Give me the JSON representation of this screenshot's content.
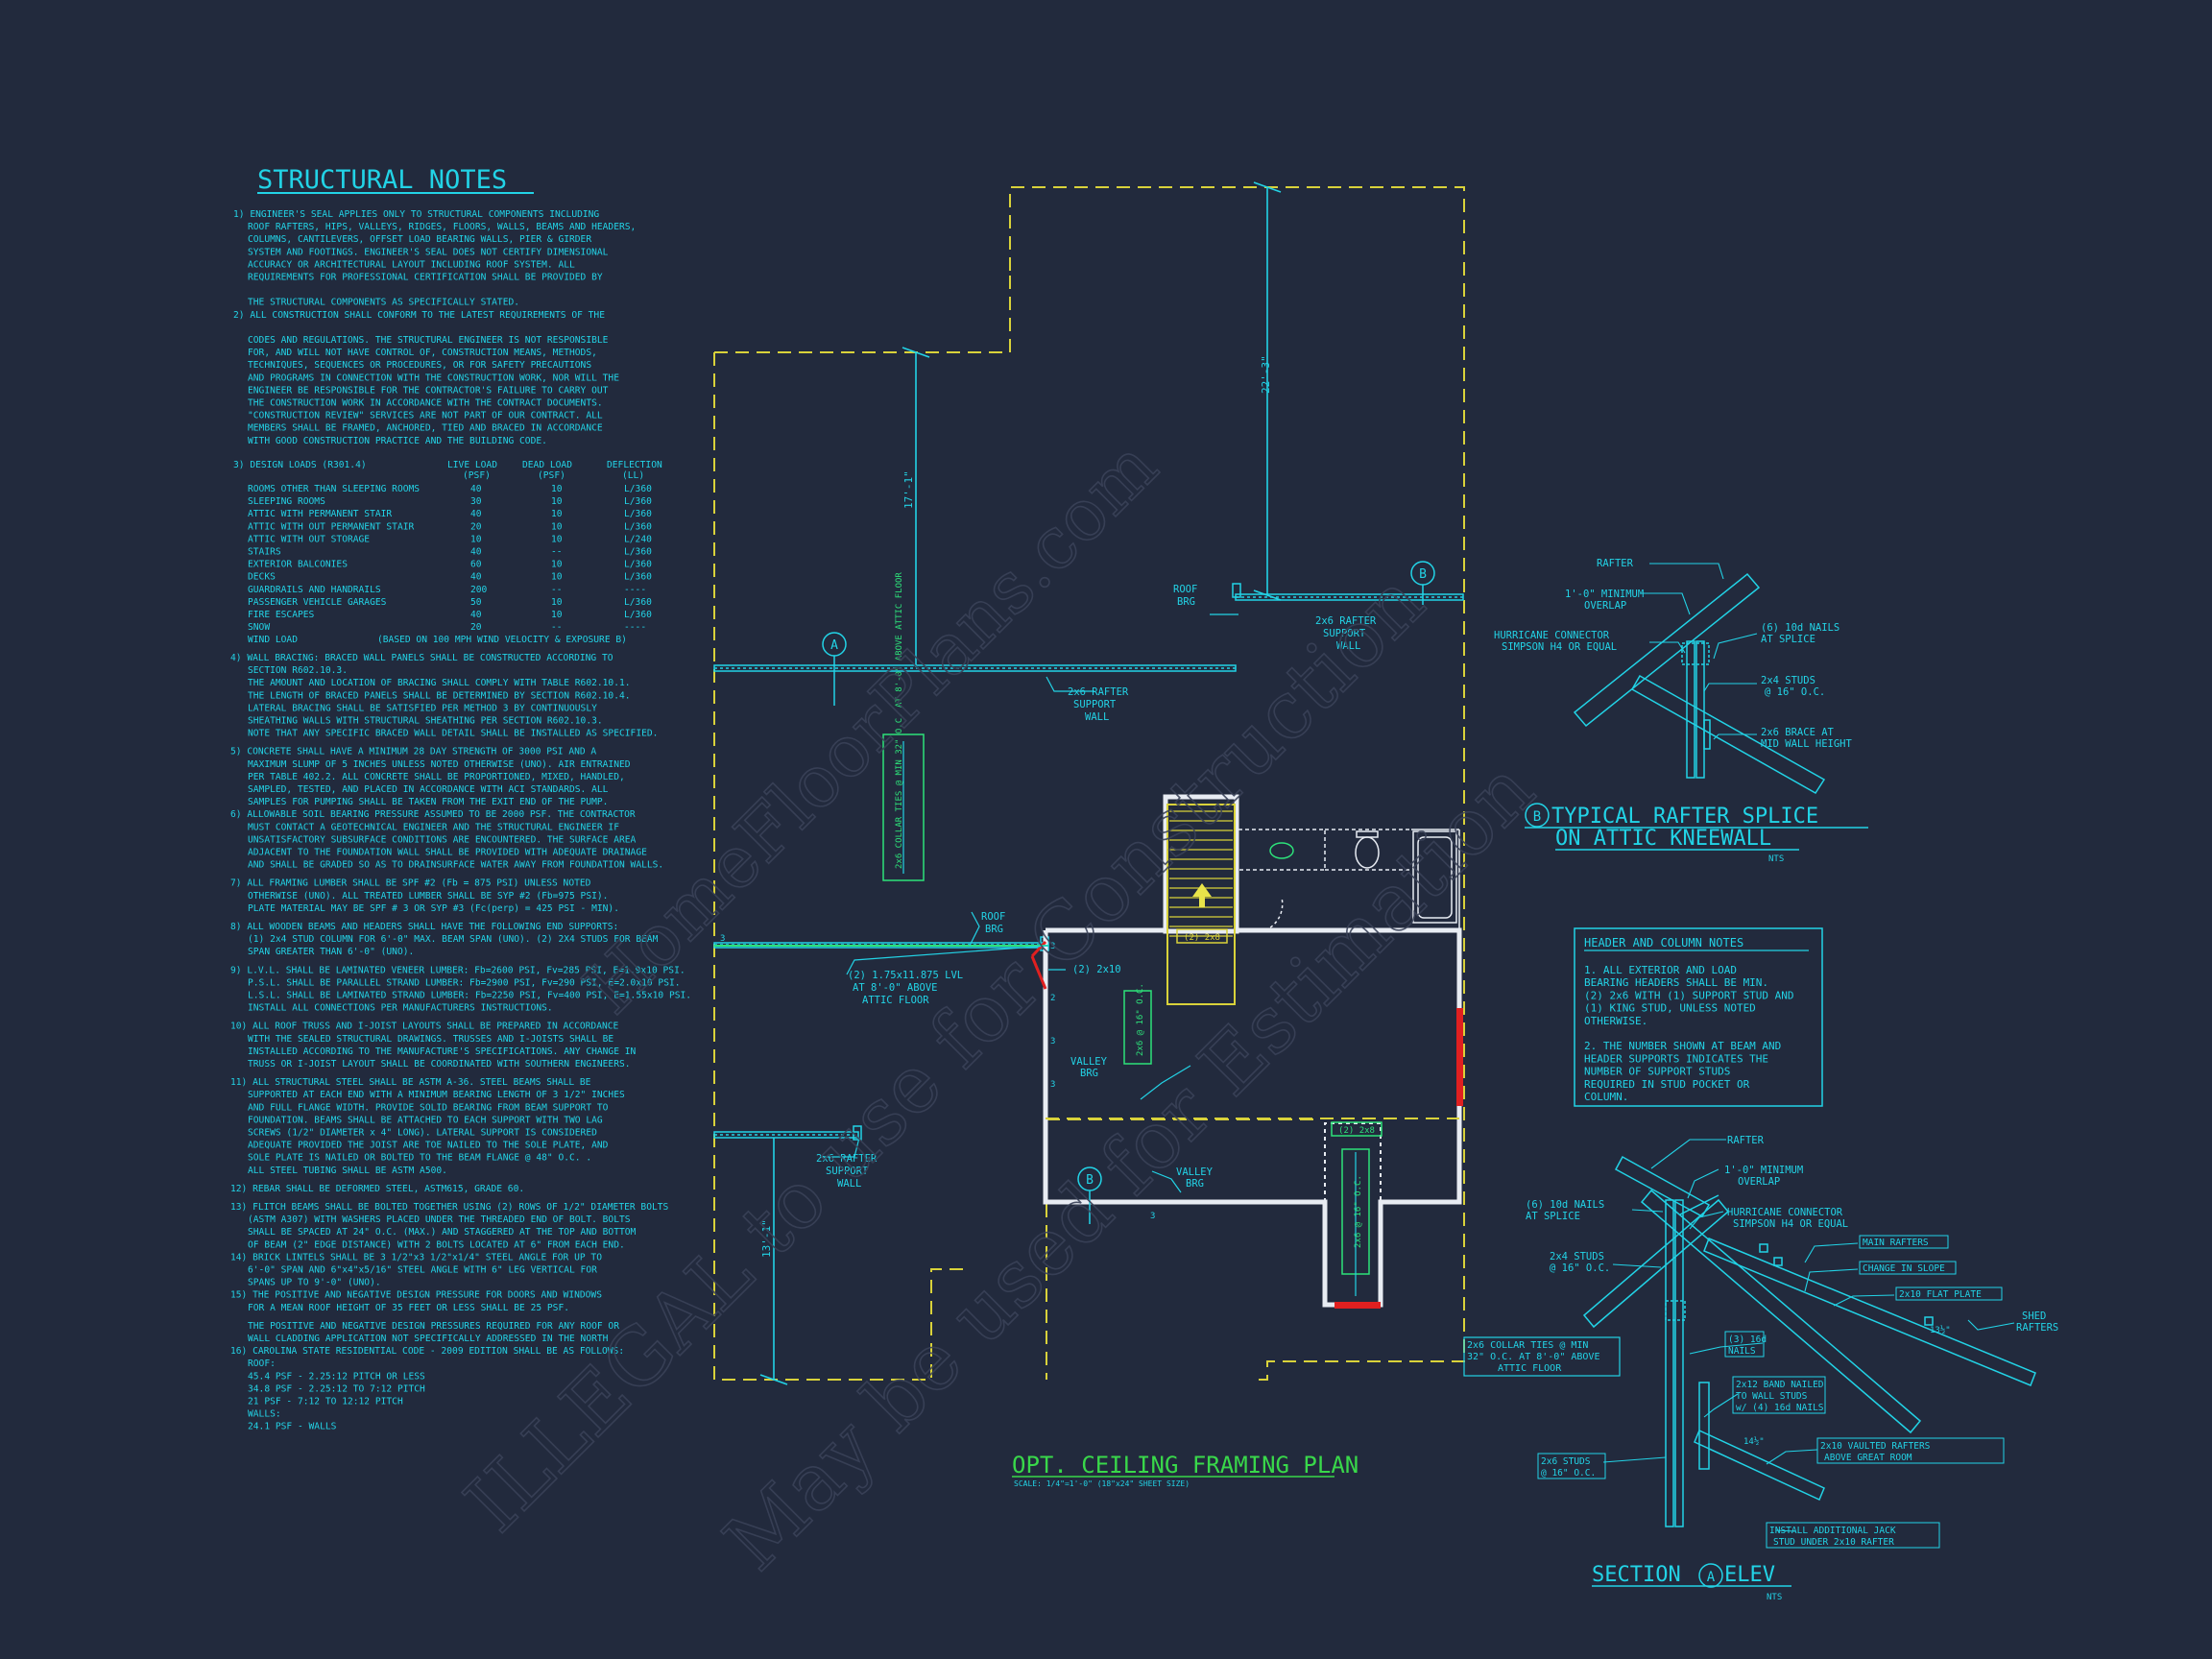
{
  "colors": {
    "background": "#222a3d",
    "line_cyan": "#22d3e6",
    "line_white": "#e8ecf3",
    "dash_yellow": "#d9d23a",
    "highlight_green": "#2de27a",
    "label_green": "#39d84a",
    "accent_red": "#e02020",
    "watermark": "#3a4258"
  },
  "structural_notes": {
    "title": "STRUCTURAL NOTES",
    "lines": [
      "1) ENGINEER'S SEAL APPLIES ONLY TO STRUCTURAL COMPONENTS INCLUDING",
      "ROOF RAFTERS, HIPS, VALLEYS, RIDGES, FLOORS, WALLS, BEAMS AND HEADERS,",
      "COLUMNS, CANTILEVERS, OFFSET LOAD BEARING WALLS, PIER & GIRDER",
      "SYSTEM AND FOOTINGS.  ENGINEER'S SEAL DOES NOT CERTIFY DIMENSIONAL",
      "ACCURACY OR ARCHITECTURAL LAYOUT INCLUDING ROOF SYSTEM. ALL",
      "REQUIREMENTS FOR PROFESSIONAL CERTIFICATION SHALL BE PROVIDED BY",
      "",
      "THE STRUCTURAL COMPONENTS AS SPECIFICALLY STATED.",
      "2) ALL CONSTRUCTION SHALL CONFORM TO THE LATEST REQUIREMENTS OF THE",
      "",
      "CODES AND REGULATIONS. THE STRUCTURAL ENGINEER IS NOT RESPONSIBLE",
      "FOR, AND WILL NOT HAVE CONTROL OF, CONSTRUCTION MEANS, METHODS,",
      "TECHNIQUES, SEQUENCES OR PROCEDURES, OR FOR SAFETY PRECAUTIONS",
      "AND PROGRAMS IN CONNECTION WITH THE CONSTRUCTION WORK, NOR WILL THE",
      "ENGINEER BE RESPONSIBLE FOR THE CONTRACTOR'S FAILURE TO CARRY OUT",
      "THE CONSTRUCTION WORK IN ACCORDANCE WITH THE CONTRACT DOCUMENTS.",
      "\"CONSTRUCTION REVIEW\" SERVICES ARE NOT PART OF OUR CONTRACT. ALL",
      "MEMBERS SHALL BE FRAMED, ANCHORED, TIED AND BRACED IN ACCORDANCE",
      "WITH GOOD CONSTRUCTION PRACTICE AND THE BUILDING CODE."
    ],
    "loads_header": [
      "3) DESIGN LOADS (R301.4)",
      "LIVE LOAD",
      "DEAD LOAD",
      "DEFLECTION"
    ],
    "loads_subheader": [
      "",
      "(PSF)",
      "(PSF)",
      "(LL)"
    ],
    "loads_rows": [
      [
        "ROOMS OTHER THAN SLEEPING ROOMS",
        "40",
        "10",
        "L/360"
      ],
      [
        "SLEEPING ROOMS",
        "30",
        "10",
        "L/360"
      ],
      [
        "ATTIC WITH PERMANENT STAIR",
        "40",
        "10",
        "L/360"
      ],
      [
        "ATTIC WITH OUT PERMANENT STAIR",
        "20",
        "10",
        "L/360"
      ],
      [
        "ATTIC WITH OUT STORAGE",
        "10",
        "10",
        "L/240"
      ],
      [
        "STAIRS",
        "40",
        "--",
        "L/360"
      ],
      [
        "EXTERIOR BALCONIES",
        "60",
        "10",
        "L/360"
      ],
      [
        "DECKS",
        "40",
        "10",
        "L/360"
      ],
      [
        "GUARDRAILS AND HANDRAILS",
        "200",
        "--",
        "----"
      ],
      [
        "PASSENGER VEHICLE GARAGES",
        "50",
        "10",
        "L/360"
      ],
      [
        "FIRE ESCAPES",
        "40",
        "10",
        "L/360"
      ],
      [
        "SNOW",
        "20",
        "--",
        "----"
      ]
    ],
    "wind_load": [
      "WIND LOAD",
      "(BASED ON 100 MPH WIND VELOCITY & EXPOSURE B)"
    ],
    "lines2": [
      "4) WALL BRACING:  BRACED WALL PANELS SHALL BE CONSTRUCTED ACCORDING TO",
      "SECTION R602.10.3.",
      "THE AMOUNT AND LOCATION OF BRACING SHALL COMPLY WITH TABLE R602.10.1.",
      "THE LENGTH OF BRACED PANELS SHALL BE DETERMINED BY SECTION R602.10.4.",
      "LATERAL BRACING SHALL BE SATISFIED PER METHOD 3 BY CONTINUOUSLY",
      "SHEATHING WALLS WITH STRUCTURAL SHEATHING PER SECTION R602.10.3.",
      "NOTE THAT ANY SPECIFIC BRACED WALL DETAIL SHALL BE INSTALLED AS SPECIFIED.",
      "",
      "5) CONCRETE SHALL HAVE A MINIMUM 28 DAY STRENGTH OF 3000 PSI AND A",
      "MAXIMUM SLUMP OF 5 INCHES UNLESS NOTED OTHERWISE (UNO). AIR ENTRAINED",
      "PER TABLE 402.2. ALL CONCRETE SHALL BE PROPORTIONED, MIXED, HANDLED,",
      "SAMPLED, TESTED, AND PLACED IN ACCORDANCE WITH ACI STANDARDS. ALL",
      "SAMPLES FOR PUMPING SHALL BE TAKEN FROM THE EXIT END OF THE PUMP.",
      "6) ALLOWABLE SOIL BEARING PRESSURE ASSUMED TO BE 2000 PSF. THE CONTRACTOR",
      "MUST CONTACT A GEOTECHNICAL ENGINEER AND THE STRUCTURAL ENGINEER IF",
      "UNSATISFACTORY SUBSURFACE CONDITIONS ARE ENCOUNTERED. THE SURFACE AREA",
      "ADJACENT TO THE FOUNDATION WALL SHALL BE PROVIDED WITH ADEQUATE DRAINAGE",
      "AND SHALL BE GRADED SO AS TO DRAINSURFACE WATER AWAY FROM FOUNDATION WALLS.",
      "",
      "7) ALL FRAMING LUMBER SHALL BE SPF #2 (Fb = 875 PSI) UNLESS NOTED",
      "OTHERWISE (UNO). ALL TREATED LUMBER SHALL BE SYP #2 (Fb=975 PSI).",
      "PLATE MATERIAL MAY BE SPF # 3 OR SYP #3 (Fc(perp) = 425 PSI - MIN).",
      "",
      "8) ALL WOODEN BEAMS AND HEADERS SHALL HAVE THE FOLLOWING END SUPPORTS:",
      "(1) 2x4 STUD COLUMN FOR 6'-0\" MAX. BEAM SPAN (UNO). (2) 2X4 STUDS FOR BEAM",
      "SPAN GREATER THAN 6'-0\" (UNO).",
      "",
      "9) L.V.L. SHALL BE LAMINATED VENEER LUMBER: Fb=2600 PSI, Fv=285 PSI, E=1.9x10  PSI.",
      "P.S.L. SHALL BE PARALLEL STRAND LUMBER: Fb=2900 PSI, Fv=290 PSI, E=2.0x10  PSI.",
      "L.S.L. SHALL BE LAMINATED STRAND LUMBER: Fb=2250 PSI, Fv=400 PSI, E=1.55x10  PSI.",
      "INSTALL ALL CONNECTIONS PER MANUFACTURERS INSTRUCTIONS.",
      "",
      "10) ALL ROOF TRUSS AND I-JOIST LAYOUTS SHALL BE PREPARED IN ACCORDANCE",
      "WITH THE SEALED STRUCTURAL DRAWINGS. TRUSSES AND I-JOISTS SHALL BE",
      "INSTALLED ACCORDING TO THE MANUFACTURE'S SPECIFICATIONS. ANY CHANGE IN",
      "TRUSS OR I-JOIST LAYOUT SHALL BE COORDINATED WITH SOUTHERN ENGINEERS.",
      "",
      "11) ALL STRUCTURAL STEEL SHALL BE ASTM A-36. STEEL BEAMS SHALL BE",
      "SUPPORTED AT EACH END WITH A MINIMUM BEARING LENGTH OF 3 1/2\" INCHES",
      "AND FULL FLANGE WIDTH. PROVIDE SOLID BEARING FROM BEAM SUPPORT TO",
      "FOUNDATION.  BEAMS SHALL BE ATTACHED TO EACH SUPPORT WITH TWO LAG",
      "SCREWS (1/2\" DIAMETER x 4\" LONG). LATERAL SUPPORT IS CONSIDERED",
      "ADEQUATE PROVIDED THE JOIST ARE TOE NAILED TO THE SOLE PLATE, AND",
      "SOLE PLATE IS NAILED OR BOLTED TO THE BEAM FLANGE @ 48\" O.C. .",
      "ALL STEEL TUBING SHALL BE ASTM A500.",
      "",
      "12) REBAR SHALL BE DEFORMED STEEL, ASTM615, GRADE 60.",
      "",
      "13) FLITCH BEAMS SHALL BE BOLTED TOGETHER USING (2) ROWS OF 1/2\" DIAMETER BOLTS",
      "(ASTM A307) WITH WASHERS PLACED UNDER THE THREADED END OF BOLT.  BOLTS",
      "SHALL BE SPACED AT 24\" O.C. (MAX.) AND STAGGERED AT THE TOP AND BOTTOM",
      "OF BEAM (2\" EDGE DISTANCE) WITH 2 BOLTS LOCATED AT 6\" FROM EACH END.",
      "14) BRICK LINTELS SHALL BE 3 1/2\"x3 1/2\"x1/4\" STEEL ANGLE FOR UP TO",
      "6'-0\" SPAN AND 6\"x4\"x5/16\" STEEL ANGLE WITH 6\" LEG VERTICAL FOR",
      "SPANS UP TO 9'-0\" (UNO).",
      "15) THE POSITIVE AND NEGATIVE DESIGN PRESSURE FOR DOORS AND WINDOWS",
      "FOR A MEAN ROOF HEIGHT OF 35 FEET OR LESS SHALL BE 25 PSF.",
      "",
      "THE POSITIVE AND NEGATIVE DESIGN PRESSURES REQUIRED FOR ANY ROOF OR",
      "WALL CLADDING APPLICATION NOT SPECIFICALLY ADDRESSED IN THE NORTH",
      "16) CAROLINA STATE RESIDENTIAL CODE - 2009 EDITION SHALL BE AS FOLLOWS:",
      "ROOF:",
      "45.4 PSF - 2.25:12 PITCH OR LESS",
      "34.8 PSF - 2.25:12 TO 7:12 PITCH",
      "21 PSF - 7:12 TO 12:12 PITCH",
      "WALLS:",
      "24.1 PSF - WALLS"
    ]
  },
  "plan": {
    "title": "OPT. CEILING FRAMING PLAN",
    "scale": "SCALE: 1/4\"=1'-0\" (18\"x24\" SHEET SIZE)",
    "dim_top": "22'-3\"",
    "dim_left_upper": "17'-1\"",
    "dim_left_lower": "13'-1\"",
    "roof_brg_1": [
      "ROOF",
      "BRG"
    ],
    "roof_brg_2": [
      "ROOF",
      "BRG"
    ],
    "rafter_wall_1": [
      "2x6 RAFTER",
      "SUPPORT",
      "WALL"
    ],
    "rafter_wall_2": [
      "2x6 RAFTER",
      "SUPPORT",
      "WALL"
    ],
    "rafter_wall_3": [
      "2x6 RAFTER",
      "SUPPORT",
      "WALL"
    ],
    "lvl": [
      "(2) 1.75x11.875 LVL",
      "AT 8'-0\" ABOVE",
      "ATTIC FLOOR"
    ],
    "valley_1": [
      "VALLEY",
      "BRG"
    ],
    "valley_2": [
      "VALLEY",
      "BRG"
    ],
    "header_2x10": "(2) 2x10",
    "collar_note": "2x6 COLLAR TIES @ MIN 32\" O.C. AT 8'-0\" ABOVE ATTIC FLOOR",
    "collar_box": [
      "2x6 COLLAR TIES @ MIN",
      "32\" O.C. AT 8'-0\" ABOVE",
      "ATTIC FLOOR"
    ],
    "box_2x6_1": "2x6 @ 16\" O.C.",
    "box_2x6_2": "2x6 @ 16\" O.C.",
    "hdr_1": "(2) 2x8",
    "hdr_2": "(2) 2x8",
    "marker_a": "A",
    "marker_b1": "B",
    "marker_b2": "B",
    "num_3": "3",
    "num_2": "2"
  },
  "detail_b": {
    "title_line1": "TYPICAL RAFTER SPLICE",
    "title_line2": "ON ATTIC KNEEWALL",
    "marker": "B",
    "nts": "NTS",
    "rafter": "RAFTER",
    "overlap": [
      "1'-0\" MINIMUM",
      "OVERLAP"
    ],
    "hurricane": [
      "HURRICANE CONNECTOR",
      "SIMPSON H4 OR EQUAL"
    ],
    "nails": [
      "(6) 10d NAILS",
      "AT SPLICE"
    ],
    "studs": [
      "2x4 STUDS",
      "@ 16\" O.C."
    ],
    "brace": [
      "2x6 BRACE AT",
      "MID WALL HEIGHT"
    ]
  },
  "header_notes": {
    "title": "HEADER AND COLUMN NOTES",
    "lines": [
      "1. ALL EXTERIOR AND LOAD",
      "BEARING HEADERS SHALL BE MIN.",
      "(2) 2x6 WITH (1) SUPPORT STUD AND",
      "(1) KING STUD, UNLESS NOTED",
      "OTHERWISE.",
      "",
      "2. THE NUMBER SHOWN AT BEAM AND",
      "HEADER SUPPORTS INDICATES THE",
      "NUMBER OF SUPPORT STUDS",
      "REQUIRED IN STUD POCKET OR",
      "COLUMN."
    ]
  },
  "section_a": {
    "title_left": "SECTION",
    "marker": "A",
    "title_right": "ELEV",
    "nts": "NTS",
    "rafter": "RAFTER",
    "overlap": [
      "1'-0\" MINIMUM",
      "OVERLAP"
    ],
    "nails": [
      "(6) 10d NAILS",
      "AT SPLICE"
    ],
    "hurricane": [
      "HURRICANE CONNECTOR",
      "SIMPSON H4 OR EQUAL"
    ],
    "studs": [
      "2x4 STUDS",
      "@ 16\" O.C."
    ],
    "main_rafters": "MAIN RAFTERS",
    "change_slope": "CHANGE IN SLOPE",
    "flat_plate": "2x10 FLAT PLATE",
    "shed": [
      "SHED",
      "RAFTERS"
    ],
    "pitch": "13½\"",
    "pitch2": "14½\"",
    "nails2": [
      "(3) 16d",
      "NAILS"
    ],
    "band": [
      "2x12 BAND NAILED",
      "TO WALL STUDS",
      "w/ (4) 16d NAILS"
    ],
    "studs2": [
      "2x6 STUDS",
      "@ 16\" O.C."
    ],
    "vaulted": [
      "2x10 VAULTED RAFTERS",
      "ABOVE GREAT ROOM"
    ],
    "jack": [
      "INSTALL ADDITIONAL JACK",
      "STUD UNDER 2x10 RAFTER"
    ]
  },
  "watermark": {
    "line1": "ILLEGAL to use for Construction",
    "line2": "HomeFloorPlans.com",
    "line3": "May be used for Estimation"
  }
}
